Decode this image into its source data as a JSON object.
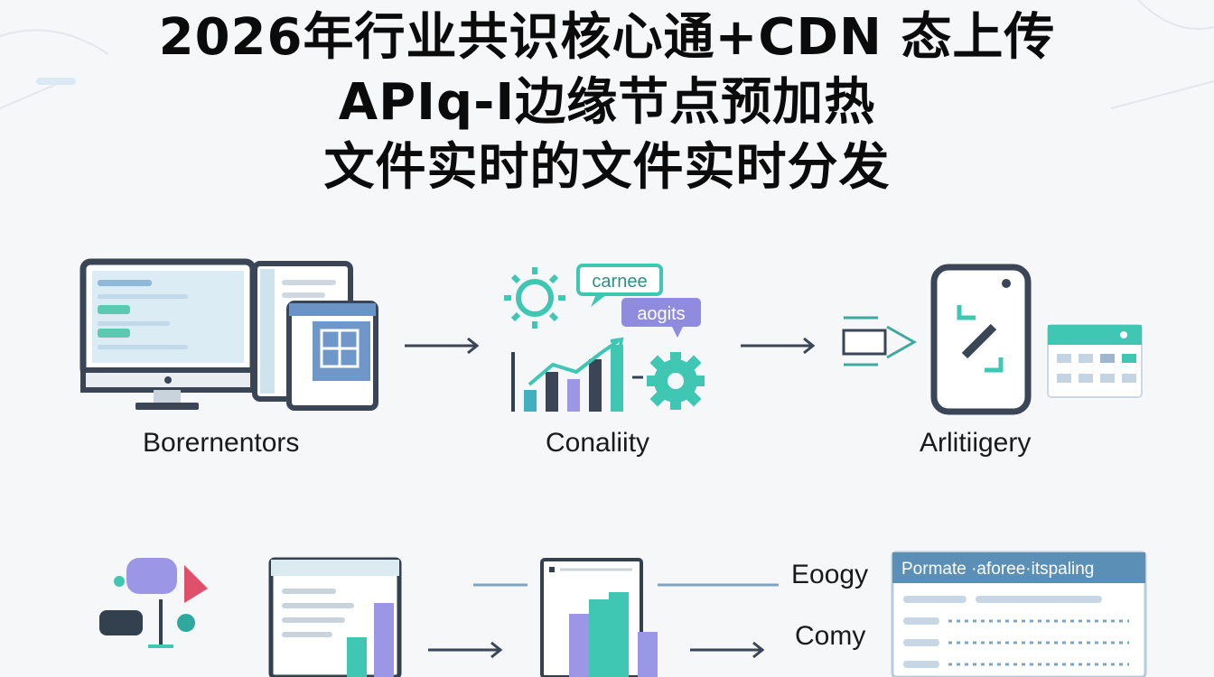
{
  "title": {
    "line1": "2026年行业共识核心通+CDN  态上传",
    "line2": "APIq-I边缘节点预加热",
    "line3": "文件实时的文件实时分发"
  },
  "row1": {
    "step1_label": "Borernentors",
    "step2_label": "Conaliity",
    "step3_label": "Arlitiigery",
    "bubble_top": "carnee",
    "bubble_bottom": "aogits"
  },
  "row2": {
    "label_top": "Eoogy",
    "label_bottom": "Comy",
    "panel_header": "Pormate ·aforee·itspaling"
  },
  "colors": {
    "teal": "#3fc7b3",
    "teal_dark": "#2fa89f",
    "purple": "#9b97e6",
    "navy": "#33414f",
    "blue_header": "#5c8fb6",
    "light_blue": "#dcebf2",
    "sky": "#7fb0d6"
  }
}
